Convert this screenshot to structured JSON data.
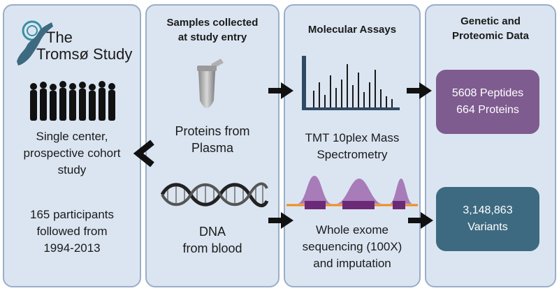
{
  "study": {
    "logo_line1": "The",
    "logo_line2": "Tromsø Study",
    "description": [
      "Single center,",
      "prospective cohort",
      "study"
    ],
    "participants": [
      "165 participants",
      "followed from",
      "1994-2013"
    ]
  },
  "samples": {
    "heading": [
      "Samples collected",
      "at study entry"
    ],
    "proteins_label": [
      "Proteins from",
      "Plasma"
    ],
    "dna_label": [
      "DNA",
      "from blood"
    ]
  },
  "assays": {
    "heading": "Molecular Assays",
    "mass_spec_label": [
      "TMT 10plex Mass",
      "Spectrometry"
    ],
    "exome_label": [
      "Whole exome",
      "sequencing (100X)",
      "and imputation"
    ]
  },
  "data": {
    "heading": [
      "Genetic and",
      "Proteomic Data"
    ],
    "proteomic_box": [
      "5608 Peptides",
      "664 Proteins"
    ],
    "genetic_box": [
      "3,148,863",
      "Variants"
    ]
  },
  "colors": {
    "panel_bg": "#dbe5f1",
    "panel_border": "#9aaec8",
    "proteomic_box": "#7e5c8f",
    "genetic_box": "#3d6a80",
    "peak_fill": "#a87cb8",
    "exon_fill": "#6b2a78",
    "baseline": "#f08a1a",
    "arrow": "#111111"
  },
  "icons": [
    "norway-map-logo-icon",
    "people-silhouette-icon",
    "tube-icon",
    "mass-spectrum-icon",
    "dna-helix-icon",
    "exome-coverage-icon"
  ]
}
